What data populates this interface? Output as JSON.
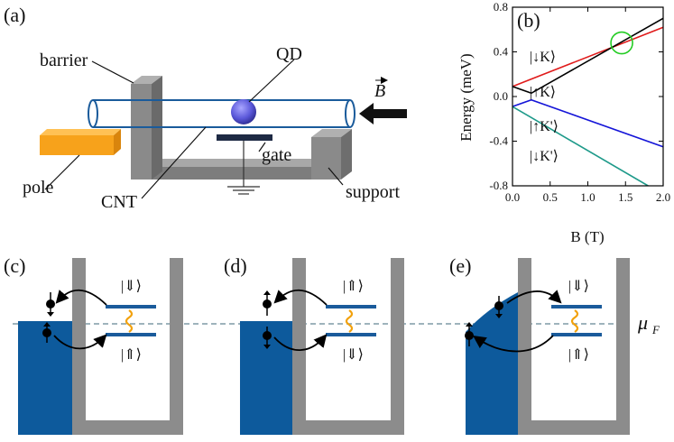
{
  "panels": {
    "a": "(a)",
    "b": "(b)",
    "c": "(c)",
    "d": "(d)",
    "e": "(e)"
  },
  "labels_a": {
    "barrier": "barrier",
    "qd": "QD",
    "b_field": "B",
    "gate": "gate",
    "pole": "pole",
    "cnt": "CNT",
    "support": "support"
  },
  "ket_labels_b": {
    "down_k": "|↓K⟩",
    "up_k": "|↑K⟩",
    "up_kp": "|↑K'⟩",
    "down_kp": "|↓K'⟩"
  },
  "kets": {
    "c_top": "|⇓⟩",
    "c_bottom": "|⇑⟩",
    "d_top": "|⇑⟩",
    "d_bottom": "|⇓⟩",
    "e_top": "|⇓⟩",
    "e_bottom": "|⇑⟩"
  },
  "mu_label": "μ",
  "mu_sub": "F",
  "colors": {
    "wall": "#8c8c8c",
    "lead": "#0d5a9c",
    "level": "#1a5b9b",
    "wiggle": "#f2a10c",
    "fermi": "#7f9aa5",
    "pole": "#f7a21b",
    "black_line": "#000000",
    "red_line": "#e01b1b",
    "blue_line": "#1515d8",
    "teal_line": "#1e9a8a",
    "circle": "#22cc22"
  },
  "chart_data": {
    "type": "line",
    "xlabel": "B (T)",
    "ylabel": "Energy (meV)",
    "xlim": [
      0.0,
      2.0
    ],
    "ylim": [
      -0.8,
      0.8
    ],
    "xticks": [
      "0.0",
      "0.5",
      "1.0",
      "1.5",
      "2.0"
    ],
    "yticks": [
      "0.8",
      "0.4",
      "0.0",
      "-0.4",
      "-0.8"
    ],
    "series": [
      {
        "name": "|↓K⟩",
        "color": "#e01b1b",
        "x": [
          0.0,
          2.0
        ],
        "y": [
          0.09,
          0.62
        ]
      },
      {
        "name": "|↑K⟩",
        "color": "#000000",
        "x": [
          0.0,
          0.25,
          2.0
        ],
        "y": [
          0.09,
          0.03,
          0.7
        ]
      },
      {
        "name": "|↑K'⟩",
        "color": "#1515d8",
        "x": [
          0.0,
          0.25,
          2.0
        ],
        "y": [
          -0.09,
          -0.03,
          -0.45
        ]
      },
      {
        "name": "|↓K'⟩",
        "color": "#1e9a8a",
        "x": [
          0.0,
          1.8
        ],
        "y": [
          -0.09,
          -0.8
        ]
      }
    ],
    "annotation_circle": {
      "x": 1.45,
      "y": 0.48
    }
  }
}
